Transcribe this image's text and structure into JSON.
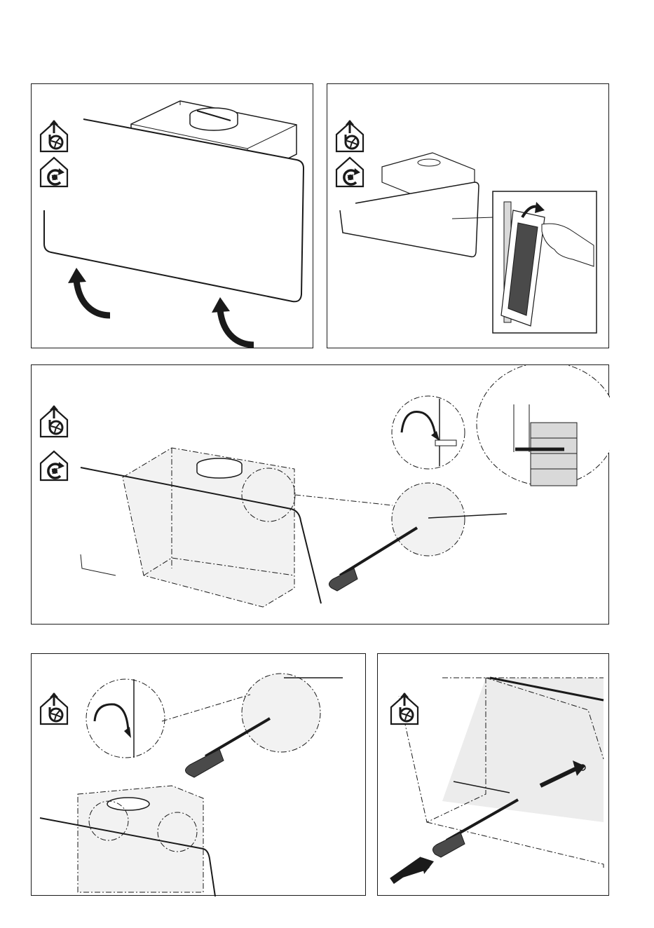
{
  "document": {
    "kind": "installation-instructions-illustration-sheet",
    "panels": [
      {
        "id": "panel-1",
        "icons": [
          "ducted-mode-icon",
          "recirculation-mode-icon"
        ],
        "arrows": [
          "curved-arrow-icon",
          "curved-arrow-icon"
        ]
      },
      {
        "id": "panel-2",
        "icons": [
          "ducted-mode-icon",
          "recirculation-mode-icon"
        ],
        "detail": "filter-removal-detail"
      },
      {
        "id": "panel-3",
        "icons": [
          "ducted-mode-icon",
          "recirculation-mode-icon"
        ],
        "detail": "wall-screw-details"
      },
      {
        "id": "panel-4",
        "icons": [
          "ducted-mode-icon"
        ],
        "detail": "screwdriver-fixing-detail"
      },
      {
        "id": "panel-5",
        "icons": [
          "ducted-mode-icon"
        ],
        "detail": "wall-anchor-insertion"
      }
    ]
  },
  "colors": {
    "line": "#1a1a1a",
    "shade": "#d9d9d9",
    "light_fill": "#f2f2f2",
    "dark_fill": "#4a4a4a"
  }
}
